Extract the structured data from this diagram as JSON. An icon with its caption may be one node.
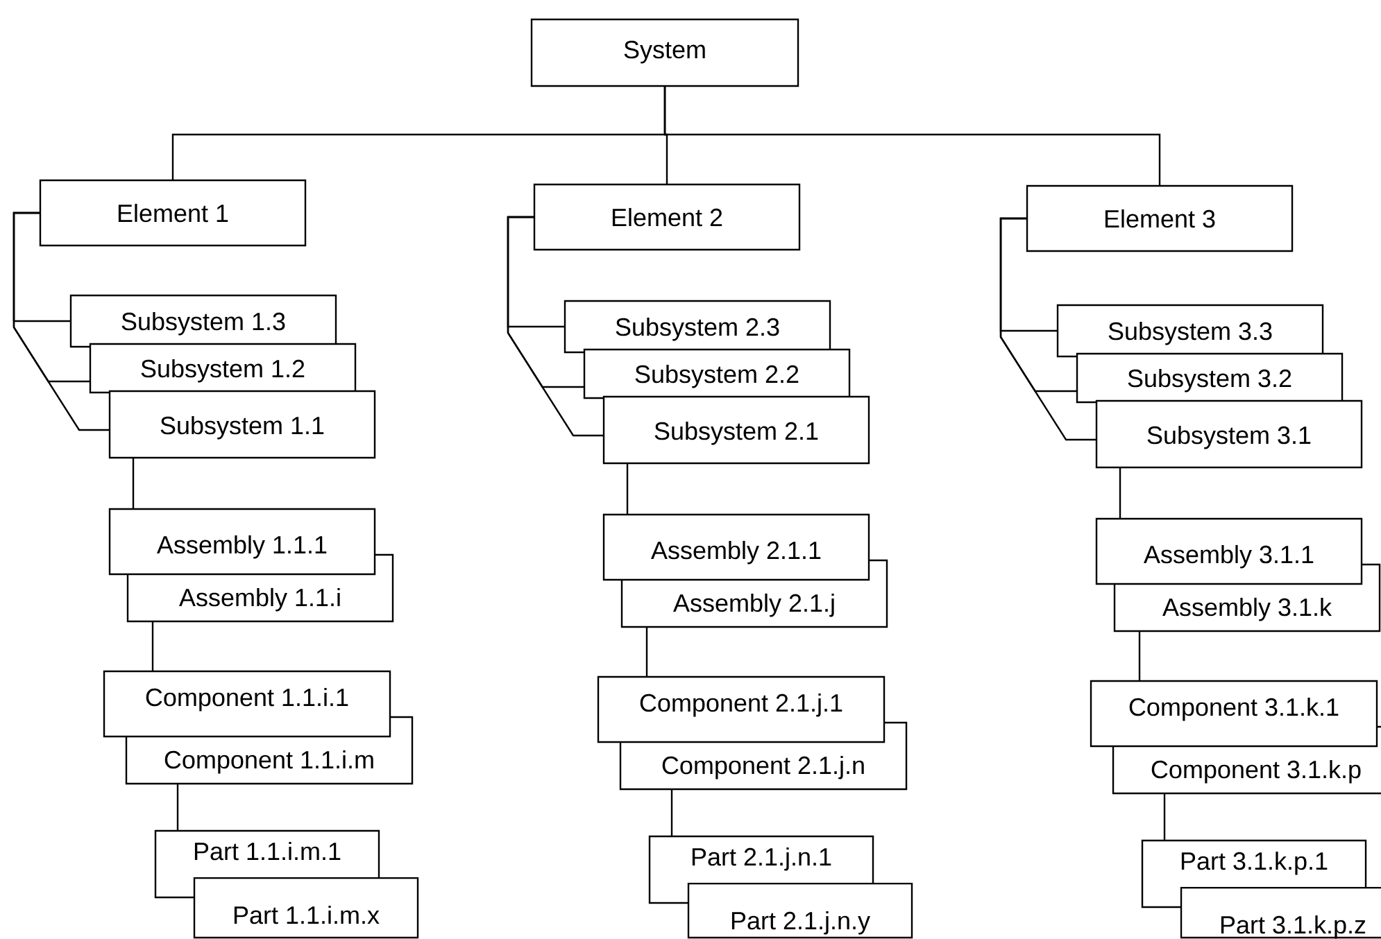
{
  "diagram": {
    "nodes": [
      {
        "text": [
          "System"
        ]
      },
      {
        "text": [
          "Element 1"
        ]
      },
      {
        "text": [
          "Subsystem 1.3"
        ]
      },
      {
        "text": [
          "Subsystem 1.2"
        ]
      },
      {
        "text": [
          "Subsystem 1.1"
        ]
      },
      {
        "text": [
          "Assembly 1.1.1"
        ]
      },
      {
        "text": [
          "Assembly 1.1.i"
        ]
      },
      {
        "text": [
          "Component 1.1.i.1"
        ]
      },
      {
        "text": [
          "Component 1.1.i.m"
        ]
      },
      {
        "text": [
          "Part 1.1.i.m.1"
        ]
      },
      {
        "text": [
          "Part 1.1.i.m.x"
        ]
      },
      {
        "text": [
          "Element 2"
        ]
      },
      {
        "text": [
          "Subsystem 2.3"
        ]
      },
      {
        "text": [
          "Subsystem 2.2"
        ]
      },
      {
        "text": [
          "Subsystem 2.1"
        ]
      },
      {
        "text": [
          "Assembly 2.1.1"
        ]
      },
      {
        "text": [
          "Assembly 2.1.j"
        ]
      },
      {
        "text": [
          "Component 2.1.j.1"
        ]
      },
      {
        "text": [
          "Component 2.1.j.n"
        ]
      },
      {
        "text": [
          "Part 2.1.j.n.1"
        ]
      },
      {
        "text": [
          "Part 2.1.j.n.y"
        ]
      },
      {
        "text": [
          "Element 3"
        ]
      },
      {
        "text": [
          "Subsystem 3.3"
        ]
      },
      {
        "text": [
          "Subsystem 3.2"
        ]
      },
      {
        "text": [
          "Subsystem 3.1"
        ]
      },
      {
        "text": [
          "Assembly 3.1.1"
        ]
      },
      {
        "text": [
          "Assembly 3.1.k"
        ]
      },
      {
        "text": [
          "Component 3.1.k.1"
        ]
      },
      {
        "text": [
          "Component 3.1.k.p"
        ]
      },
      {
        "text": [
          "Part 3.1.k.p.1"
        ]
      },
      {
        "text": [
          "Part 3.1.k.p.z"
        ]
      }
    ],
    "edges": [
      {
        "from": 0,
        "to": 1,
        "arrow": "none"
      },
      {
        "from": 0,
        "to": 11,
        "arrow": "none"
      },
      {
        "from": 0,
        "to": 21,
        "arrow": "none"
      },
      {
        "from": 1,
        "to": 2,
        "arrow": "none"
      },
      {
        "from": 1,
        "to": 3,
        "arrow": "none"
      },
      {
        "from": 1,
        "to": 4,
        "arrow": "none"
      },
      {
        "from": 4,
        "to": 5,
        "arrow": "none"
      },
      {
        "from": 6,
        "to": 7,
        "arrow": "none"
      },
      {
        "from": 8,
        "to": 9,
        "arrow": "none"
      },
      {
        "from": 11,
        "to": 12,
        "arrow": "none"
      },
      {
        "from": 11,
        "to": 13,
        "arrow": "none"
      },
      {
        "from": 11,
        "to": 14,
        "arrow": "none"
      },
      {
        "from": 14,
        "to": 15,
        "arrow": "none"
      },
      {
        "from": 16,
        "to": 17,
        "arrow": "none"
      },
      {
        "from": 18,
        "to": 19,
        "arrow": "none"
      },
      {
        "from": 21,
        "to": 22,
        "arrow": "none"
      },
      {
        "from": 21,
        "to": 23,
        "arrow": "none"
      },
      {
        "from": 21,
        "to": 24,
        "arrow": "none"
      },
      {
        "from": 24,
        "to": 25,
        "arrow": "none"
      },
      {
        "from": 26,
        "to": 27,
        "arrow": "none"
      },
      {
        "from": 28,
        "to": 29,
        "arrow": "none"
      }
    ]
  }
}
